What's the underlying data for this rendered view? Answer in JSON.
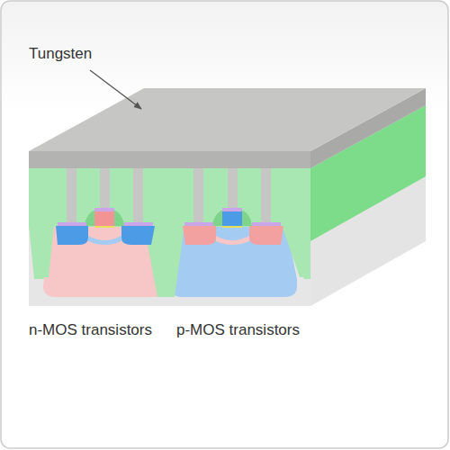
{
  "diagram": {
    "labels": [
      "Tungsten",
      "n-MOS transistors",
      "p-MOS transistors"
    ]
  }
}
